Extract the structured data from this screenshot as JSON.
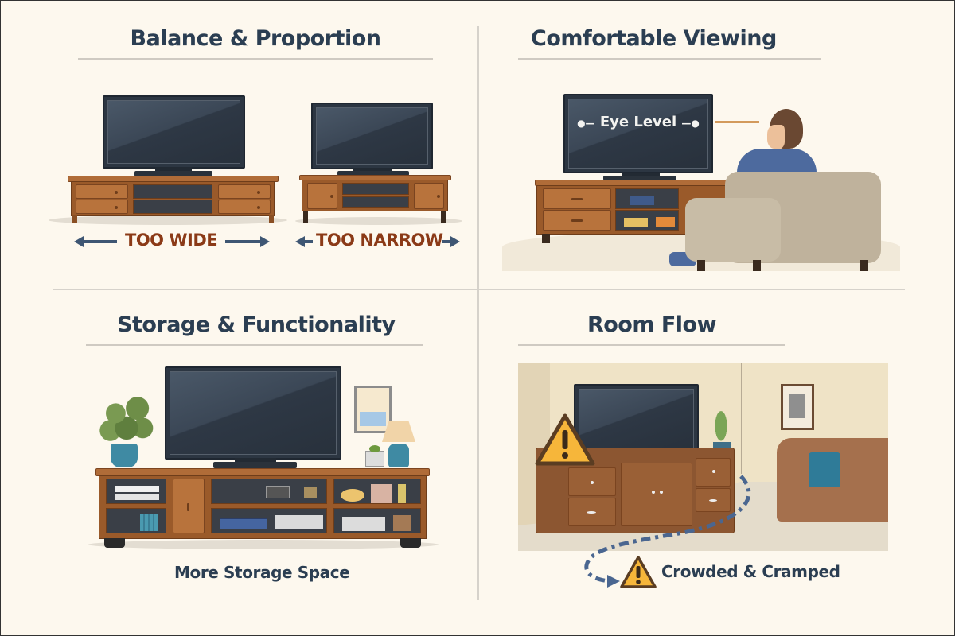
{
  "panels": [
    {
      "title": "Balance & Proportion",
      "labels": {
        "wide": "TOO WIDE",
        "narrow": "TOO NARROW"
      }
    },
    {
      "title": "Comfortable Viewing",
      "labels": {
        "eye_level": "Eye Level"
      }
    },
    {
      "title": "Storage & Functionality",
      "labels": {
        "caption": "More Storage Space"
      }
    },
    {
      "title": "Room Flow",
      "labels": {
        "caption": "Crowded & Cramped"
      }
    }
  ],
  "icons": {
    "arrow": "arrow-icon",
    "warning": "warning-triangle-icon"
  },
  "colors": {
    "background": "#fdf8ee",
    "title": "#2b3e52",
    "warning_label": "#8b3a17",
    "arrow": "#3e5673",
    "wood": "#a2602f",
    "warning_fill": "#f6b63a",
    "tv": "#2c3642"
  }
}
